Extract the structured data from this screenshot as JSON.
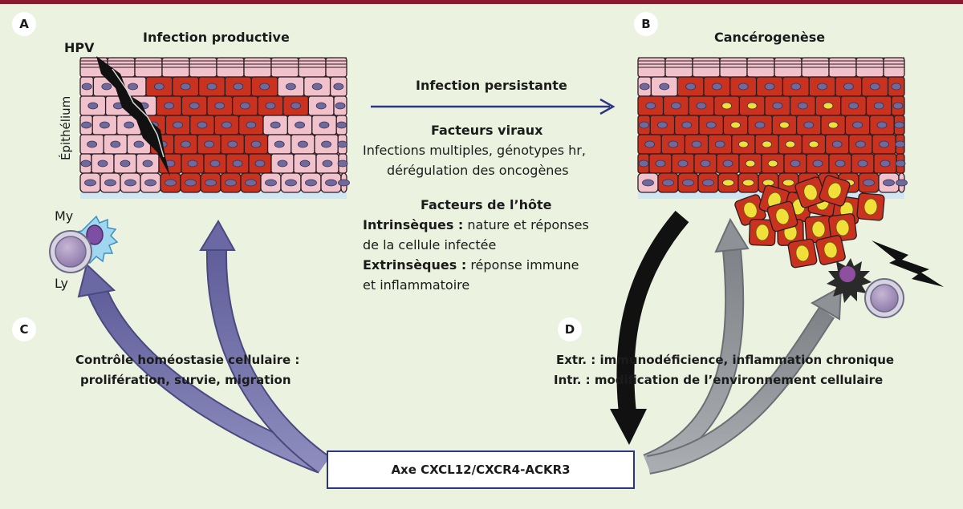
{
  "panels": {
    "a": {
      "letter": "A",
      "title": "Infection productive",
      "virus_label": "HPV",
      "tissue_label": "Épithélium",
      "cell_my": "My",
      "cell_ly": "Ly"
    },
    "b": {
      "letter": "B",
      "title": "Cancérogenèse"
    },
    "c": {
      "letter": "C",
      "line1": "Contrôle homéostasie cellulaire :",
      "line2": "prolifération, survie, migration"
    },
    "d": {
      "letter": "D",
      "line1": "Extr. : immunodéficience, inflammation chronique",
      "line2": "Intr. : modification de l’environnement cellulaire"
    }
  },
  "center": {
    "arrow_label": "Infection persistante",
    "viral_title": "Facteurs viraux",
    "viral_line1": "Infections multiples, génotypes hr,",
    "viral_line2": "dérégulation des oncogènes",
    "host_title": "Facteurs de l’hôte",
    "intr_label": "Intrinsèques :",
    "intr_text1": " nature et réponses",
    "intr_text2": "de la cellule infectée",
    "extr_label": "Extrinsèques :",
    "extr_text1": " réponse immune",
    "extr_text2": "et inflammatoire"
  },
  "axis": {
    "label": "Axe CXCL12/CXCR4-ACKR3"
  },
  "colors": {
    "banner": "#8b1a2e",
    "background": "#ecf2e0",
    "cell_red": "#c8321f",
    "cell_pink": "#f1c2cc",
    "nucleus": "#6f6a9c",
    "tumor_nucleus": "#f2e03a",
    "arrow_purple": "#6a69a4",
    "arrow_gray": "#8e9296",
    "arrow_navy": "#2b3583",
    "arrow_black": "#111111"
  }
}
